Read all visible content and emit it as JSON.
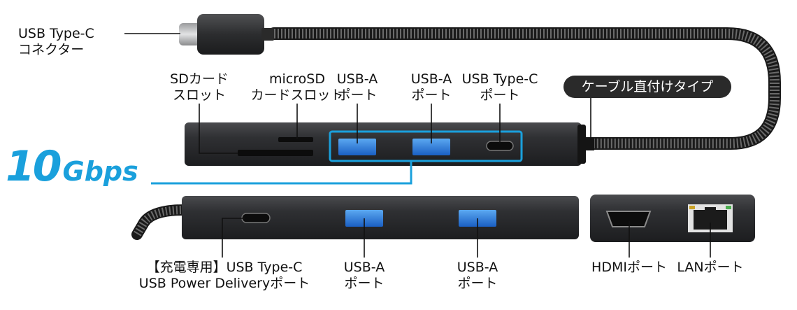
{
  "labels": {
    "typec_connector": [
      "USB Type-C",
      "コネクター"
    ],
    "sd_slot": [
      "SDカード",
      "スロット"
    ],
    "microsd_slot": [
      "microSD",
      "カードスロット"
    ],
    "usba_top_1": [
      "USB-A",
      "ポート"
    ],
    "usba_top_2": [
      "USB-A",
      "ポート"
    ],
    "typec_top": [
      "USB Type-C",
      "ポート"
    ],
    "cable_type": "ケーブル直付けタイプ",
    "speed_number": "10",
    "speed_unit": "Gbps",
    "pd_port": [
      "【充電専用】USB Type-C",
      "USB Power Deliveryポート"
    ],
    "usba_bottom_1": [
      "USB-A",
      "ポート"
    ],
    "usba_bottom_2": [
      "USB-A",
      "ポート"
    ],
    "hdmi_port": "HDMIポート",
    "lan_port": "LANポート"
  },
  "colors": {
    "highlight": "#1aa0dc",
    "hub_body": "#2e2f31",
    "usb_blue": "#1f6fd6",
    "pill_bg": "#2a2a2a"
  }
}
